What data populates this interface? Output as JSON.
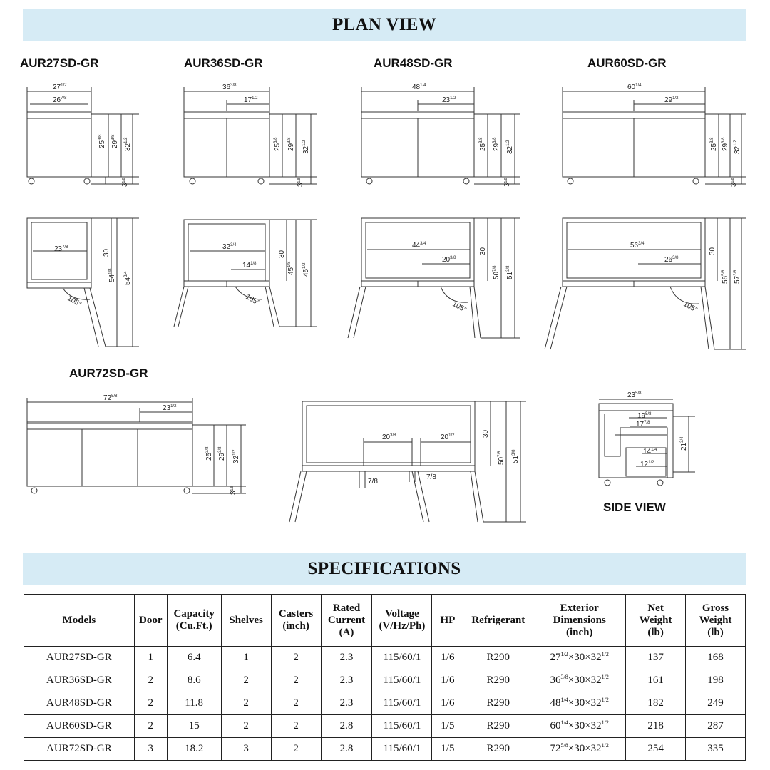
{
  "plan_view": {
    "title": "PLAN VIEW",
    "side_view_label": "SIDE VIEW",
    "units": [
      {
        "model": "AUR27SD-GR",
        "front": {
          "width": "27",
          "width_frac": "1/2",
          "inner": "26",
          "inner_frac": "7/8",
          "h1": "25",
          "h1_frac": "3/8",
          "h2": "29",
          "h2_frac": "3/8",
          "h3": "32",
          "h3_frac": "1/2",
          "caster": "3",
          "caster_frac": "1/8"
        },
        "top": {
          "w": "23",
          "w_frac": "7/8",
          "d": "30",
          "d2": "54",
          "d2_frac": "1/8",
          "d3": "54",
          "d3_frac": "3/4",
          "angle": "105°"
        }
      },
      {
        "model": "AUR36SD-GR",
        "front": {
          "width": "36",
          "width_frac": "3/8",
          "inner": "17",
          "inner_frac": "1/2",
          "h1": "25",
          "h1_frac": "3/8",
          "h2": "29",
          "h2_frac": "3/8",
          "h3": "32",
          "h3_frac": "1/2",
          "caster": "3",
          "caster_frac": "1/8"
        },
        "top": {
          "w": "32",
          "w_frac": "3/4",
          "w2": "14",
          "w2_frac": "1/8",
          "d": "30",
          "d2": "45",
          "d2_frac": "1/8",
          "d3": "45",
          "d3_frac": "1/2",
          "angle": "105°"
        }
      },
      {
        "model": "AUR48SD-GR",
        "front": {
          "width": "48",
          "width_frac": "1/4",
          "inner": "23",
          "inner_frac": "1/2",
          "h1": "25",
          "h1_frac": "3/8",
          "h2": "29",
          "h2_frac": "3/8",
          "h3": "32",
          "h3_frac": "1/2",
          "caster": "3",
          "caster_frac": "1/8"
        },
        "top": {
          "w": "44",
          "w_frac": "3/4",
          "w2": "20",
          "w2_frac": "3/8",
          "d": "30",
          "d2": "50",
          "d2_frac": "7/8",
          "d3": "51",
          "d3_frac": "3/8",
          "angle": "105°"
        }
      },
      {
        "model": "AUR60SD-GR",
        "front": {
          "width": "60",
          "width_frac": "1/4",
          "inner": "29",
          "inner_frac": "1/2",
          "h1": "25",
          "h1_frac": "3/8",
          "h2": "29",
          "h2_frac": "3/8",
          "h3": "32",
          "h3_frac": "1/2",
          "caster": "3",
          "caster_frac": "1/8"
        },
        "top": {
          "w": "56",
          "w_frac": "3/4",
          "w2": "26",
          "w2_frac": "3/8",
          "d": "30",
          "d2": "56",
          "d2_frac": "5/8",
          "d3": "57",
          "d3_frac": "3/8",
          "angle": "105°"
        }
      },
      {
        "model": "AUR72SD-GR",
        "front": {
          "width": "72",
          "width_frac": "5/8",
          "inner": "23",
          "inner_frac": "1/2",
          "h1": "25",
          "h1_frac": "3/8",
          "h2": "29",
          "h2_frac": "3/8",
          "h3": "32",
          "h3_frac": "1/2",
          "caster": "3",
          "caster_frac": "1/8"
        },
        "top": {
          "w": "20",
          "w_frac": "3/8",
          "w2": "20",
          "w2_frac": "1/2",
          "gap1": "7/8",
          "gap2": "7/8",
          "d": "30",
          "d2": "50",
          "d2_frac": "7/8",
          "d3": "51",
          "d3_frac": "3/8"
        }
      }
    ],
    "side": {
      "depth": "23",
      "depth_frac": "5/8",
      "a": "19",
      "a_frac": "5/8",
      "b": "17",
      "b_frac": "7/8",
      "c": "14",
      "c_frac": "1/4",
      "d": "12",
      "d_frac": "1/2",
      "h": "21",
      "h_frac": "3/4"
    }
  },
  "specifications": {
    "title": "SPECIFICATIONS",
    "headers": [
      [
        "Models"
      ],
      [
        "Door"
      ],
      [
        "Capacity",
        "(Cu.Ft.)"
      ],
      [
        "Shelves"
      ],
      [
        "Casters",
        "(inch)"
      ],
      [
        "Rated",
        "Current",
        "(A)"
      ],
      [
        "Voltage",
        "(V/Hz/Ph)"
      ],
      [
        "HP"
      ],
      [
        "Refrigerant"
      ],
      [
        "Exterior",
        "Dimensions",
        "(inch)"
      ],
      [
        "Net",
        "Weight",
        "(lb)"
      ],
      [
        "Gross",
        "Weight",
        "(lb)"
      ]
    ],
    "rows": [
      {
        "model": "AUR27SD-GR",
        "door": "1",
        "capacity": "6.4",
        "shelves": "1",
        "casters": "2",
        "current": "2.3",
        "voltage": "115/60/1",
        "hp": "1/6",
        "refrigerant": "R290",
        "dim_w": "27",
        "dim_w_frac": "1/2",
        "dim_mid": "×30×32",
        "dim_h_frac": "1/2",
        "net": "137",
        "gross": "168"
      },
      {
        "model": "AUR36SD-GR",
        "door": "2",
        "capacity": "8.6",
        "shelves": "2",
        "casters": "2",
        "current": "2.3",
        "voltage": "115/60/1",
        "hp": "1/6",
        "refrigerant": "R290",
        "dim_w": "36",
        "dim_w_frac": "3/8",
        "dim_mid": "×30×32",
        "dim_h_frac": "1/2",
        "net": "161",
        "gross": "198"
      },
      {
        "model": "AUR48SD-GR",
        "door": "2",
        "capacity": "11.8",
        "shelves": "2",
        "casters": "2",
        "current": "2.3",
        "voltage": "115/60/1",
        "hp": "1/6",
        "refrigerant": "R290",
        "dim_w": "48",
        "dim_w_frac": "1/4",
        "dim_mid": "×30×32",
        "dim_h_frac": "1/2",
        "net": "182",
        "gross": "249"
      },
      {
        "model": "AUR60SD-GR",
        "door": "2",
        "capacity": "15",
        "shelves": "2",
        "casters": "2",
        "current": "2.8",
        "voltage": "115/60/1",
        "hp": "1/5",
        "refrigerant": "R290",
        "dim_w": "60",
        "dim_w_frac": "1/4",
        "dim_mid": "×30×32",
        "dim_h_frac": "1/2",
        "net": "218",
        "gross": "287"
      },
      {
        "model": "AUR72SD-GR",
        "door": "3",
        "capacity": "18.2",
        "shelves": "3",
        "casters": "2",
        "current": "2.8",
        "voltage": "115/60/1",
        "hp": "1/5",
        "refrigerant": "R290",
        "dim_w": "72",
        "dim_w_frac": "5/8",
        "dim_mid": "×30×32",
        "dim_h_frac": "1/2",
        "net": "254",
        "gross": "335"
      }
    ]
  }
}
